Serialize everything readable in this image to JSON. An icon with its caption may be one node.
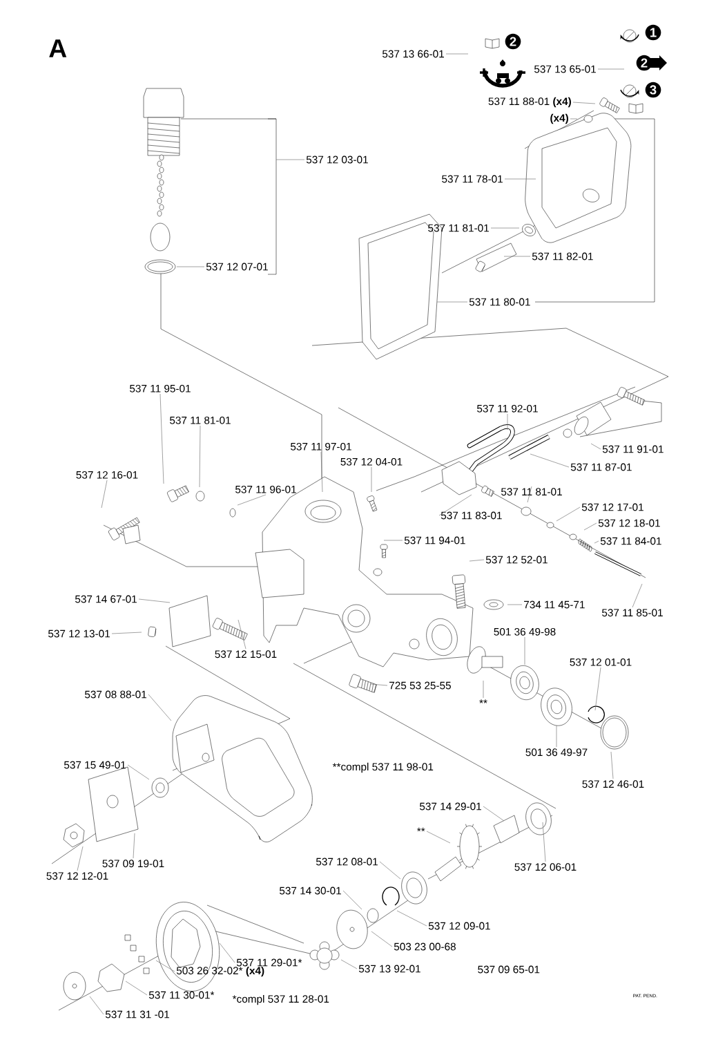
{
  "diagram": {
    "nodes": [
      {
        "text": [
          "537 13 66-01"
        ]
      },
      {
        "text": [
          "537 13 65-01"
        ]
      },
      {
        "text": [
          "537 11 88-01 **(x4)**"
        ]
      },
      {
        "text": [
          "(x4)"
        ]
      },
      {
        "text": [
          "537 12 03-01"
        ]
      },
      {
        "text": [
          "537 11 78-01"
        ]
      },
      {
        "text": [
          "537 11 81-01"
        ]
      },
      {
        "text": [
          "537 11 82-01"
        ]
      },
      {
        "text": [
          "537 12 07-01"
        ]
      },
      {
        "text": [
          "537 11 80-01"
        ]
      },
      {
        "text": [
          "537 11 95-01"
        ]
      },
      {
        "text": [
          "537 11 81-01"
        ]
      },
      {
        "text": [
          "537 11 97-01"
        ]
      },
      {
        "text": [
          "537 12 04-01"
        ]
      },
      {
        "text": [
          "537 12 16-01"
        ]
      },
      {
        "text": [
          "537 11 96-01"
        ]
      },
      {
        "text": [
          "537 11 92-01"
        ]
      },
      {
        "text": [
          "537 11 91-01"
        ]
      },
      {
        "text": [
          "537 11 87-01"
        ]
      },
      {
        "text": [
          "537 11 81-01"
        ]
      },
      {
        "text": [
          "537 11 83-01"
        ]
      },
      {
        "text": [
          "537 12 17-01"
        ]
      },
      {
        "text": [
          "537 12 18-01"
        ]
      },
      {
        "text": [
          "537 11 84-01"
        ]
      },
      {
        "text": [
          "537 11 94-01"
        ]
      },
      {
        "text": [
          "537 12 52-01"
        ]
      },
      {
        "text": [
          "537 14 67-01"
        ]
      },
      {
        "text": [
          "734 11 45-71"
        ]
      },
      {
        "text": [
          "537 11 85-01"
        ]
      },
      {
        "text": [
          "537 12 13-01"
        ]
      },
      {
        "text": [
          "537 12 15-01"
        ]
      },
      {
        "text": [
          "501 36 49-98"
        ]
      },
      {
        "text": [
          "537 12 01-01"
        ]
      },
      {
        "text": [
          "725 53 25-55"
        ]
      },
      {
        "text": [
          "**"
        ]
      },
      {
        "text": [
          "537 08 88-01"
        ]
      },
      {
        "text": [
          "501 36 49-97"
        ]
      },
      {
        "text": [
          "537 15 49-01"
        ]
      },
      {
        "text": [
          "537 12 46-01"
        ]
      },
      {
        "text": [
          "537 14 29-01"
        ]
      },
      {
        "text": [
          "**"
        ]
      },
      {
        "text": [
          "537 12 06-01"
        ]
      },
      {
        "text": [
          "537 12 12-01"
        ]
      },
      {
        "text": [
          "537 09 19-01"
        ]
      },
      {
        "text": [
          "537 12 08-01"
        ]
      },
      {
        "text": [
          "537 14 30-01"
        ]
      },
      {
        "text": [
          "537 12 09-01"
        ]
      },
      {
        "text": [
          "503 23 00-68"
        ]
      },
      {
        "text": [
          "537 11 29-01*"
        ]
      },
      {
        "text": [
          "503 26 32-02* **(x4)**"
        ]
      },
      {
        "text": [
          "537 13 92-01"
        ]
      },
      {
        "text": [
          "537 11 30-01*"
        ]
      },
      {
        "text": [
          "537 11 31 -01"
        ]
      }
    ],
    "edges": [
      {
        "from": 0,
        "to": null,
        "arrow": "none"
      },
      {
        "from": 1,
        "to": null,
        "arrow": "none"
      },
      {
        "from": 2,
        "to": null,
        "arrow": "none"
      },
      {
        "from": 3,
        "to": null,
        "arrow": "none"
      },
      {
        "from": 4,
        "to": null,
        "arrow": "none"
      },
      {
        "from": 5,
        "to": null,
        "arrow": "none"
      },
      {
        "from": 6,
        "to": null,
        "arrow": "none"
      },
      {
        "from": 7,
        "to": null,
        "arrow": "none"
      },
      {
        "from": 8,
        "to": null,
        "arrow": "none"
      },
      {
        "from": 9,
        "to": null,
        "arrow": "none"
      },
      {
        "from": 10,
        "to": null,
        "arrow": "none"
      },
      {
        "from": 11,
        "to": null,
        "arrow": "none"
      },
      {
        "from": 12,
        "to": null,
        "arrow": "none"
      },
      {
        "from": 13,
        "to": null,
        "arrow": "none"
      },
      {
        "from": 14,
        "to": null,
        "arrow": "none"
      },
      {
        "from": 15,
        "to": null,
        "arrow": "none"
      },
      {
        "from": 16,
        "to": null,
        "arrow": "none"
      },
      {
        "from": 17,
        "to": null,
        "arrow": "none"
      },
      {
        "from": 18,
        "to": null,
        "arrow": "none"
      },
      {
        "from": 19,
        "to": null,
        "arrow": "none"
      },
      {
        "from": 20,
        "to": null,
        "arrow": "none"
      },
      {
        "from": 21,
        "to": null,
        "arrow": "none"
      },
      {
        "from": 22,
        "to": null,
        "arrow": "none"
      },
      {
        "from": 23,
        "to": null,
        "arrow": "none"
      },
      {
        "from": 24,
        "to": null,
        "arrow": "none"
      },
      {
        "from": 25,
        "to": null,
        "arrow": "none"
      },
      {
        "from": 26,
        "to": null,
        "arrow": "none"
      },
      {
        "from": 27,
        "to": null,
        "arrow": "none"
      },
      {
        "from": 28,
        "to": null,
        "arrow": "none"
      },
      {
        "from": 29,
        "to": null,
        "arrow": "none"
      },
      {
        "from": 30,
        "to": null,
        "arrow": "none"
      },
      {
        "from": 31,
        "to": null,
        "arrow": "none"
      },
      {
        "from": 32,
        "to": null,
        "arrow": "none"
      },
      {
        "from": 33,
        "to": null,
        "arrow": "none"
      },
      {
        "from": 34,
        "to": null,
        "arrow": "none"
      },
      {
        "from": 35,
        "to": null,
        "arrow": "none"
      },
      {
        "from": 36,
        "to": null,
        "arrow": "none"
      },
      {
        "from": 37,
        "to": null,
        "arrow": "none"
      },
      {
        "from": 38,
        "to": null,
        "arrow": "none"
      },
      {
        "from": 39,
        "to": null,
        "arrow": "none"
      },
      {
        "from": 40,
        "to": null,
        "arrow": "none"
      },
      {
        "from": 41,
        "to": null,
        "arrow": "none"
      },
      {
        "from": 42,
        "to": null,
        "arrow": "none"
      },
      {
        "from": 43,
        "to": null,
        "arrow": "none"
      },
      {
        "from": 44,
        "to": null,
        "arrow": "none"
      },
      {
        "from": 45,
        "to": null,
        "arrow": "none"
      },
      {
        "from": 46,
        "to": null,
        "arrow": "none"
      },
      {
        "from": 47,
        "to": null,
        "arrow": "none"
      },
      {
        "from": 48,
        "to": null,
        "arrow": "none"
      },
      {
        "from": 49,
        "to": null,
        "arrow": "none"
      },
      {
        "from": 50,
        "to": null,
        "arrow": "none"
      },
      {
        "from": 51,
        "to": null,
        "arrow": "none"
      },
      {
        "from": 52,
        "to": null,
        "arrow": "none"
      }
    ],
    "labels": [
      "A",
      "1",
      "2",
      "2",
      "3",
      "**compl 537 11 98-01",
      "*compl 537 11 28-01",
      "537 09 65-01",
      "PAT. PEND."
    ]
  }
}
